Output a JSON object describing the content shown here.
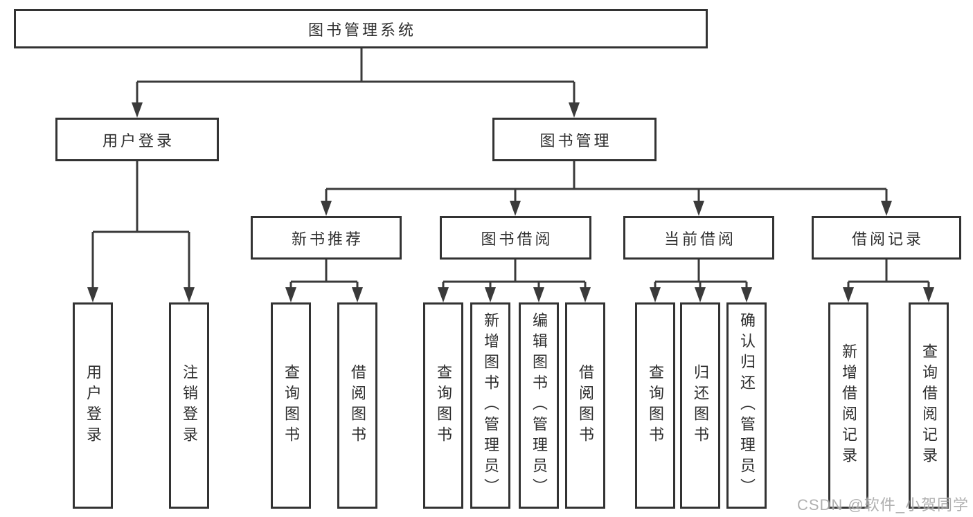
{
  "diagram": {
    "title": "图书管理系统",
    "colors": {
      "line": "#3a3a3a",
      "box_border": "#333333",
      "text": "#2e2e2e",
      "background": "#ffffff",
      "watermark": "#969696"
    },
    "tree": {
      "root": {
        "label": "图书管理系统"
      },
      "level2": [
        {
          "label": "用户登录",
          "children": [
            {
              "label": "用户登录"
            },
            {
              "label": "注销登录"
            }
          ]
        },
        {
          "label": "图书管理",
          "children": [
            {
              "label": "新书推荐",
              "children": [
                {
                  "label": "查询图书"
                },
                {
                  "label": "借阅图书"
                }
              ]
            },
            {
              "label": "图书借阅",
              "children": [
                {
                  "label": "查询图书"
                },
                {
                  "label": "新增图书（管理员）"
                },
                {
                  "label": "编辑图书（管理员）"
                },
                {
                  "label": "借阅图书"
                }
              ]
            },
            {
              "label": "当前借阅",
              "children": [
                {
                  "label": "查询图书"
                },
                {
                  "label": "归还图书"
                },
                {
                  "label": "确认归还（管理员）"
                }
              ]
            },
            {
              "label": "借阅记录",
              "children": [
                {
                  "label": "新增借阅记录"
                },
                {
                  "label": "查询借阅记录"
                }
              ]
            }
          ]
        }
      ]
    }
  },
  "watermark": {
    "text": "CSDN @软件_小贺同学"
  }
}
